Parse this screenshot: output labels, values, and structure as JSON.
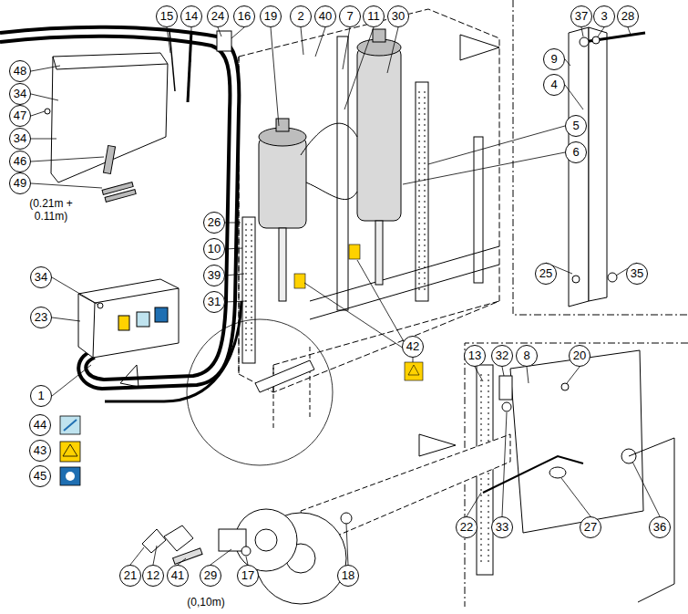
{
  "diagram": {
    "nodes": [
      {
        "text": [
          "15"
        ]
      },
      {
        "text": [
          "14"
        ]
      },
      {
        "text": [
          "24"
        ]
      },
      {
        "text": [
          "16"
        ]
      },
      {
        "text": [
          "19"
        ]
      },
      {
        "text": [
          "2"
        ]
      },
      {
        "text": [
          "40"
        ]
      },
      {
        "text": [
          "7"
        ]
      },
      {
        "text": [
          "11"
        ]
      },
      {
        "text": [
          "30"
        ]
      },
      {
        "text": [
          "37"
        ]
      },
      {
        "text": [
          "3"
        ]
      },
      {
        "text": [
          "28"
        ]
      },
      {
        "text": [
          "48"
        ]
      },
      {
        "text": [
          "9"
        ]
      },
      {
        "text": [
          "34"
        ]
      },
      {
        "text": [
          "4"
        ]
      },
      {
        "text": [
          "47"
        ]
      },
      {
        "text": [
          "34"
        ]
      },
      {
        "text": [
          "46"
        ]
      },
      {
        "text": [
          "5"
        ]
      },
      {
        "text": [
          "49"
        ]
      },
      {
        "text": [
          "6"
        ]
      },
      {
        "text": [
          "26"
        ]
      },
      {
        "text": [
          "10"
        ]
      },
      {
        "text": [
          "39"
        ]
      },
      {
        "text": [
          "31"
        ]
      },
      {
        "text": [
          "34"
        ]
      },
      {
        "text": [
          "25"
        ]
      },
      {
        "text": [
          "35"
        ]
      },
      {
        "text": [
          "23"
        ]
      },
      {
        "text": [
          "42"
        ]
      },
      {
        "text": [
          "13"
        ]
      },
      {
        "text": [
          "32"
        ]
      },
      {
        "text": [
          "8"
        ]
      },
      {
        "text": [
          "20"
        ]
      },
      {
        "text": [
          "1"
        ]
      },
      {
        "text": [
          "44"
        ]
      },
      {
        "text": [
          "43"
        ]
      },
      {
        "text": [
          "45"
        ]
      },
      {
        "text": [
          "22"
        ]
      },
      {
        "text": [
          "33"
        ]
      },
      {
        "text": [
          "27"
        ]
      },
      {
        "text": [
          "36"
        ]
      },
      {
        "text": [
          "21"
        ]
      },
      {
        "text": [
          "12"
        ]
      },
      {
        "text": [
          "41"
        ]
      },
      {
        "text": [
          "29"
        ]
      },
      {
        "text": [
          "17"
        ]
      },
      {
        "text": [
          "18"
        ]
      }
    ],
    "labels": [
      "(0.21m + 0.11m)",
      "(0,10m)"
    ]
  }
}
